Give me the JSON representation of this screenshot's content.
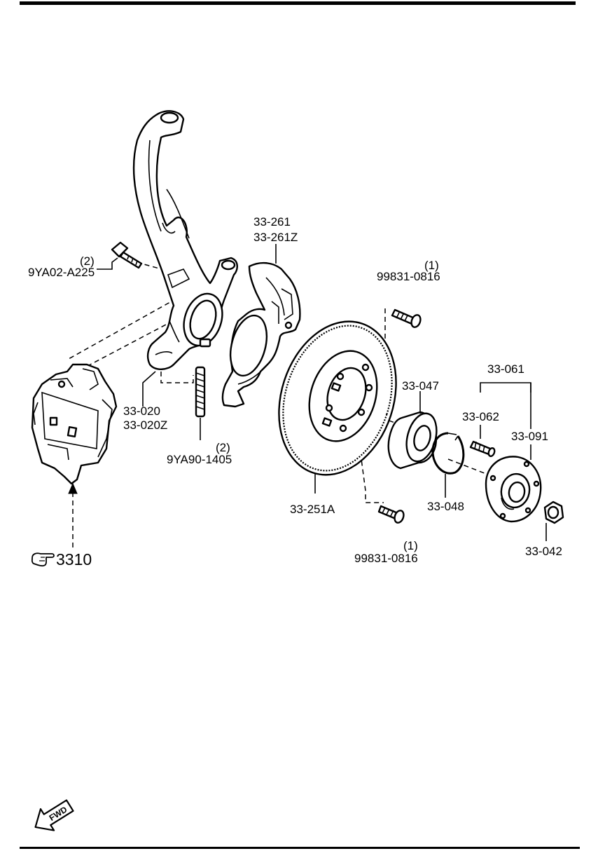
{
  "labels": {
    "knuckle_a": "33-020",
    "knuckle_b": "33-020Z",
    "bolt_top_qty": "(2)",
    "bolt_top": "9YA02-A225",
    "stud_qty": "(2)",
    "stud": "9YA90-1405",
    "shield_a": "33-261",
    "shield_b": "33-261Z",
    "screw_top_qty": "(1)",
    "screw_top": "99831-0816",
    "screw_bottom_qty": "(1)",
    "screw_bottom": "99831-0816",
    "disc": "33-251A",
    "bearing": "33-047",
    "snap_ring": "33-048",
    "hub_assy": "33-061",
    "hub_bolt": "33-062",
    "hub": "33-091",
    "nut": "33-042",
    "caliper_ref": "3310",
    "fwd": "FWD"
  },
  "icons": {
    "reference": "pointing-hand-icon",
    "forward": "fwd-arrow-icon"
  }
}
